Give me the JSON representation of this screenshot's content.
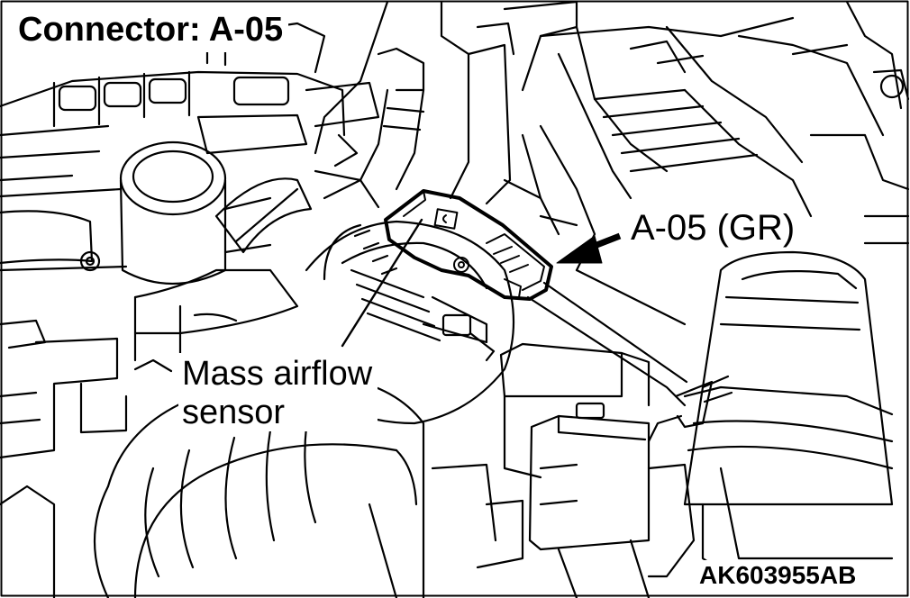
{
  "title": "Connector: A-05",
  "connector_label": "A-05 (GR)",
  "component_label_line1": "Mass airflow",
  "component_label_line2": "sensor",
  "figure_code": "AK603955AB",
  "colors": {
    "line": "#000000",
    "background": "#ffffff"
  }
}
